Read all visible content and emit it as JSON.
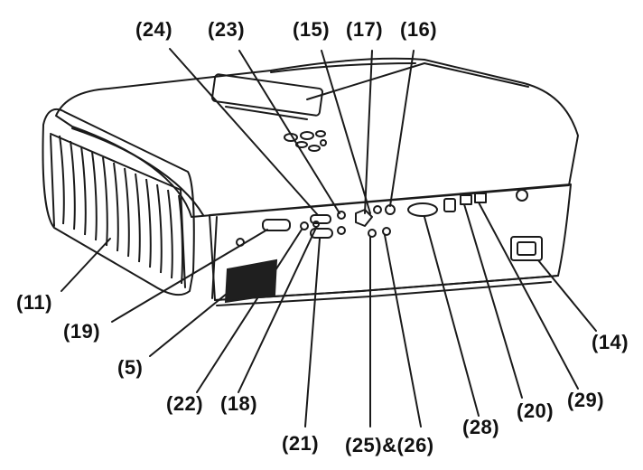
{
  "diagram": {
    "subject": "projector-rear-panel",
    "callouts": {
      "c24": "(24)",
      "c23": "(23)",
      "c15": "(15)",
      "c17": "(17)",
      "c16": "(16)",
      "c11": "(11)",
      "c19": "(19)",
      "c5": "(5)",
      "c22": "(22)",
      "c18": "(18)",
      "c21": "(21)",
      "c25_26": "(25)&(26)",
      "c28": "(28)",
      "c20": "(20)",
      "c29": "(29)",
      "c14": "(14)"
    },
    "colors": {
      "line": "#1a1a1a",
      "background": "#ffffff",
      "shade": "#1f1f1f"
    }
  }
}
